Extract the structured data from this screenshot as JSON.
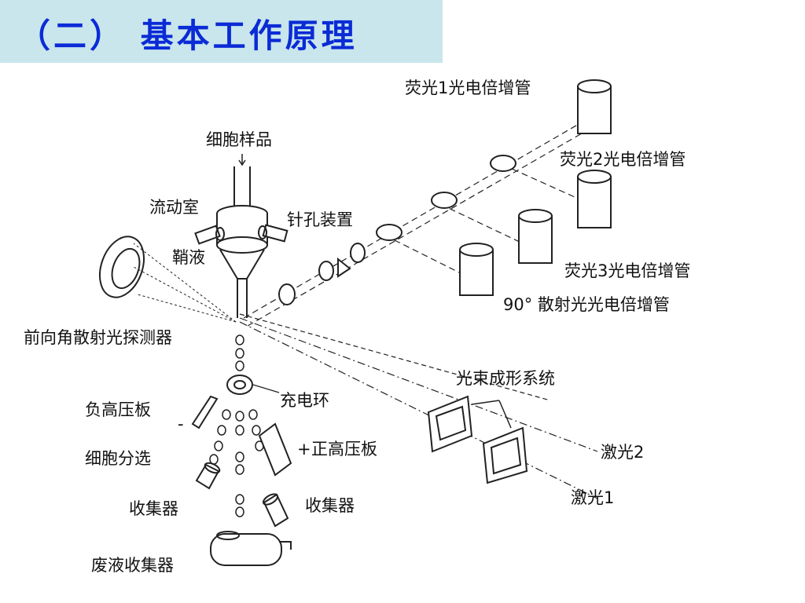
{
  "title": "（二） 基本工作原理",
  "labels": {
    "fluor1": "荧光1光电倍增管",
    "fluor2": "荧光2光电倍增管",
    "fluor3": "荧光3光电倍增管",
    "scatter90": "90° 散射光光电倍增管",
    "sample": "细胞样品",
    "flow_chamber": "流动室",
    "sheath": "鞘液",
    "pinhole": "针孔装置",
    "forward_detector": "前向角散射光探测器",
    "charging_ring": "充电环",
    "neg_plate": "负高压板",
    "neg_sign": "-",
    "pos_plate": "正高压板",
    "pos_sign": "+",
    "sorting": "细胞分选",
    "collector_left": "收集器",
    "collector_right": "收集器",
    "waste": "废液收集器",
    "beam_shaping": "光束成形系统",
    "laser2": "激光2",
    "laser1": "激光1"
  }
}
